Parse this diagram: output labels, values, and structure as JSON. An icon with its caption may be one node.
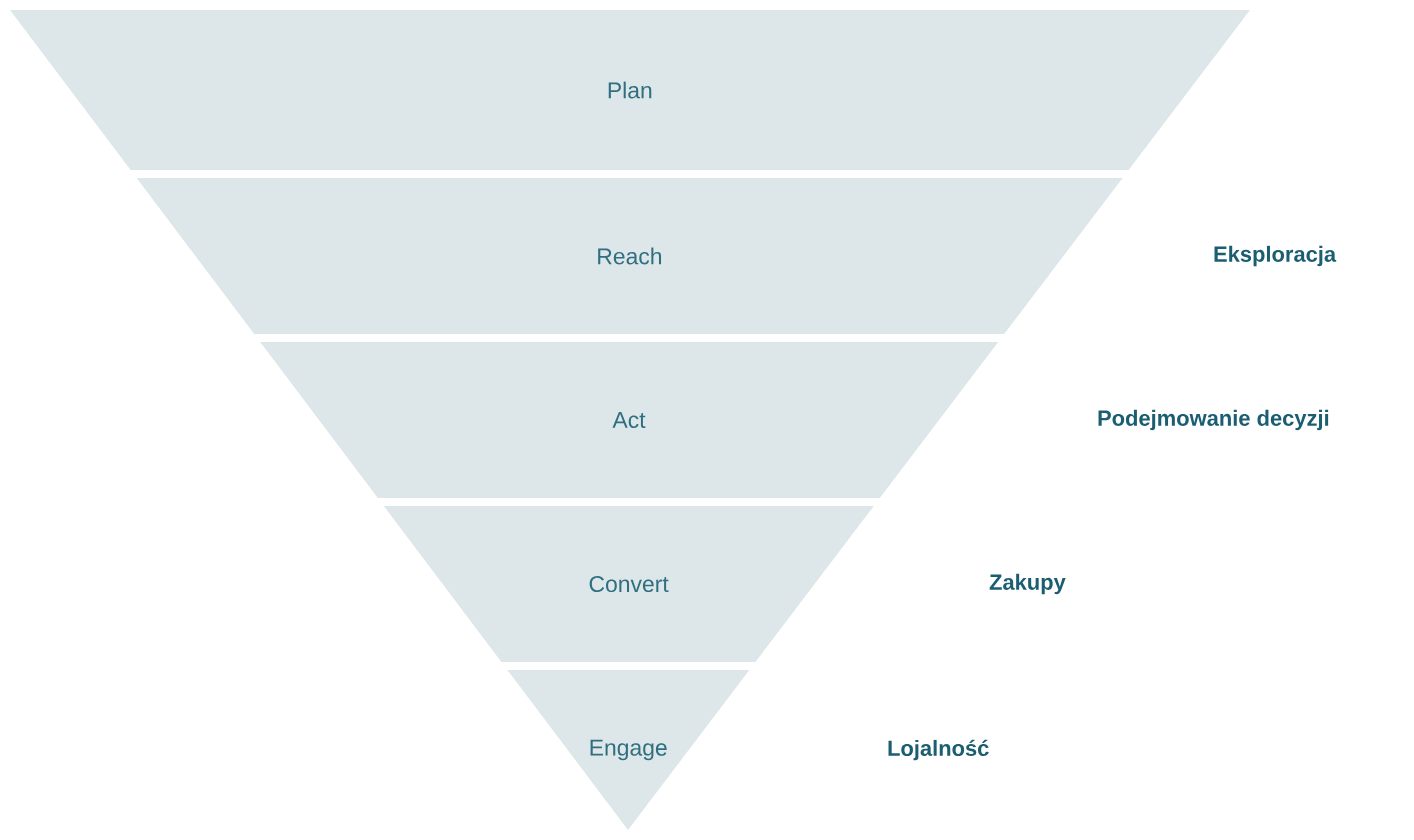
{
  "diagram": {
    "nodes": [
      {
        "text": [
          "Plan"
        ]
      },
      {
        "text": [
          "Reach"
        ]
      },
      {
        "text": [
          "Act"
        ]
      },
      {
        "text": [
          "Convert"
        ]
      },
      {
        "text": [
          "Engage"
        ]
      }
    ],
    "labels": [
      "Eksploracja",
      "Podejmowanie decyzji",
      "Zakupy",
      "Lojalność"
    ]
  }
}
